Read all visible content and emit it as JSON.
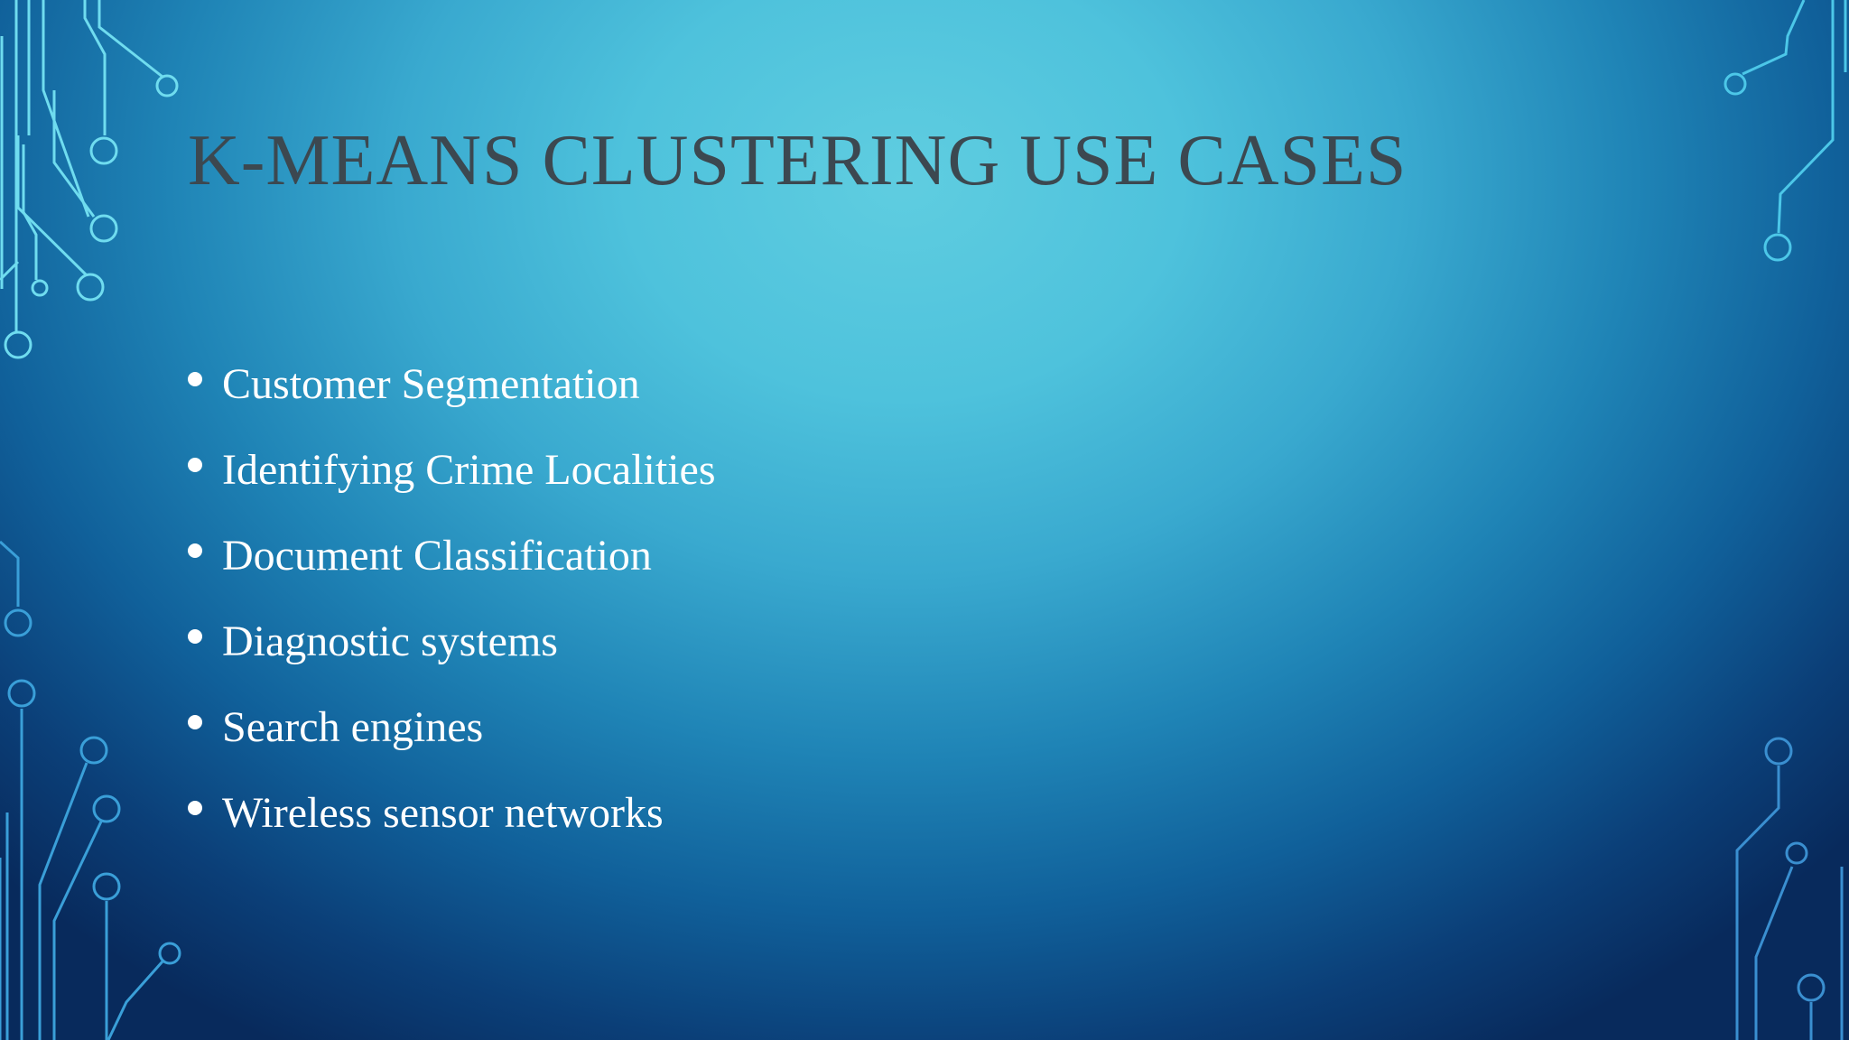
{
  "slide": {
    "title": "K-MEANS CLUSTERING USE CASES",
    "bullets": [
      "Customer Segmentation",
      "Identifying Crime Localities",
      "Document Classification",
      "Diagnostic systems",
      "Search engines",
      "Wireless sensor networks"
    ]
  },
  "colors": {
    "background_light": "#5fcde0",
    "background_dark": "#082a5c",
    "title_text": "#3c4850",
    "bullet_text": "#ffffff",
    "circuit_light": "#6fdcef",
    "circuit_dark": "#3a8fd0"
  },
  "decorations": [
    "circuit-board-lines-icon"
  ]
}
